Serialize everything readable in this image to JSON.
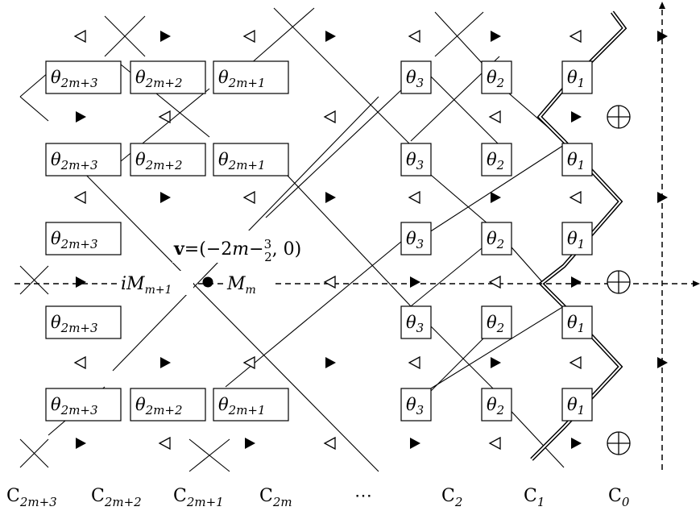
{
  "columns": [
    "C2m+3",
    "C2m+2",
    "C2m+1",
    "C2m",
    "⋯",
    "C2",
    "C1",
    "C0"
  ],
  "theta_labels": {
    "t2m3": "θ2m+3",
    "t2m2": "θ2m+2",
    "t2m1": "θ2m+1",
    "t3": "θ3",
    "t2": "θ2",
    "t1": "θ1"
  },
  "vertex": {
    "label": "v=(−2m−3/2, 0)",
    "left_label": "iMm+1",
    "right_label": "Mm"
  },
  "plus_symbol": "⊕",
  "colors": {
    "line": "#000000",
    "background": "#ffffff"
  }
}
